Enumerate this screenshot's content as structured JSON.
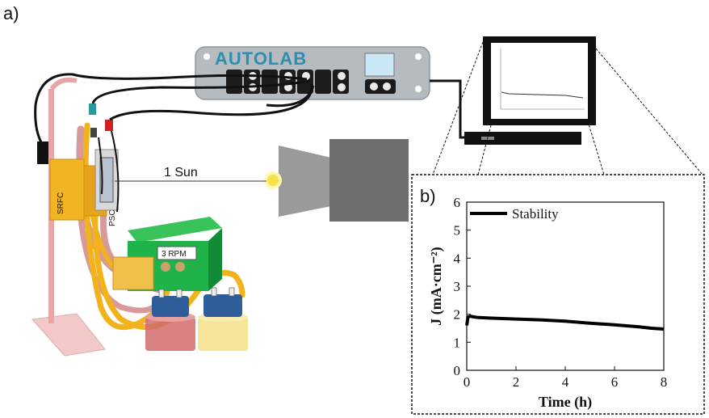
{
  "figure": {
    "panel_a_label": "a)",
    "panel_b_label": "b)"
  },
  "setup": {
    "potentiostat_label": "AUTOLAB",
    "illumination_label": "1 Sun",
    "cell_left_label": "SRFC",
    "cell_right_label": "PSC",
    "pump_label": "3 RPM"
  },
  "colors": {
    "potentiostat_body": "#b6bbc0",
    "pump_green": "#1fb34a",
    "tubing_orange": "#f2b21b",
    "tubing_pink": "#d7999a",
    "reservoir_red": "#d26b6b",
    "reservoir_yellow": "#f4e28f",
    "cap_blue": "#2f5d9a",
    "lamp_gray": "#8f8f8f",
    "cell_yellow": "#f1b422"
  },
  "chart_data": {
    "type": "line",
    "xlabel": "Time (h)",
    "ylabel": "J (mA·cm⁻²)",
    "xlim": [
      0,
      8
    ],
    "ylim": [
      0,
      6
    ],
    "xticks": [
      0,
      2,
      4,
      6,
      8
    ],
    "yticks": [
      0,
      1,
      2,
      3,
      4,
      5,
      6
    ],
    "legend_position": "top-left",
    "series": [
      {
        "name": "Stability",
        "x": [
          0,
          0.05,
          0.15,
          0.3,
          0.5,
          1,
          2,
          3,
          4,
          5,
          6,
          7,
          7.5,
          8
        ],
        "y": [
          1.6,
          1.9,
          1.93,
          1.9,
          1.88,
          1.86,
          1.83,
          1.8,
          1.75,
          1.68,
          1.62,
          1.55,
          1.5,
          1.47
        ]
      }
    ]
  }
}
